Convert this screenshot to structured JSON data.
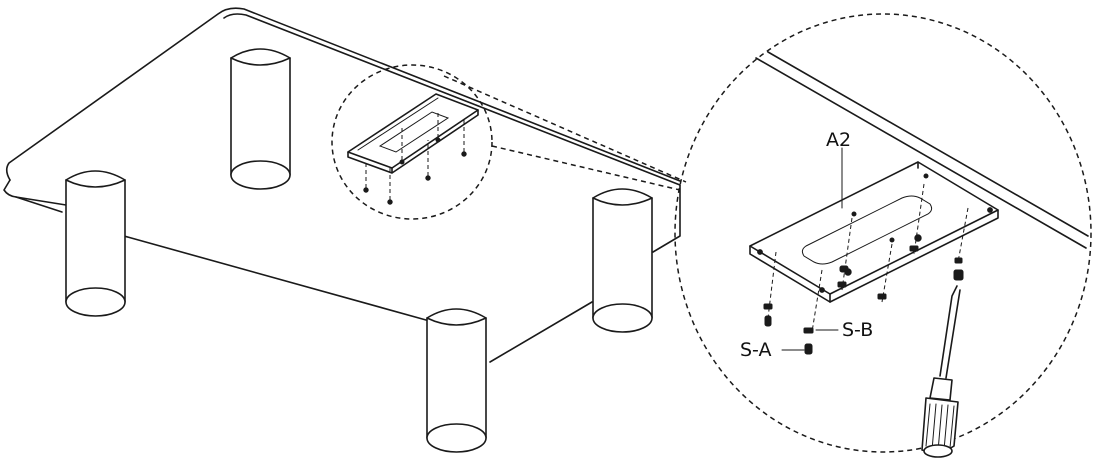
{
  "labels": {
    "part": "A2",
    "screw_a": "S-A",
    "screw_b": "S-B"
  }
}
